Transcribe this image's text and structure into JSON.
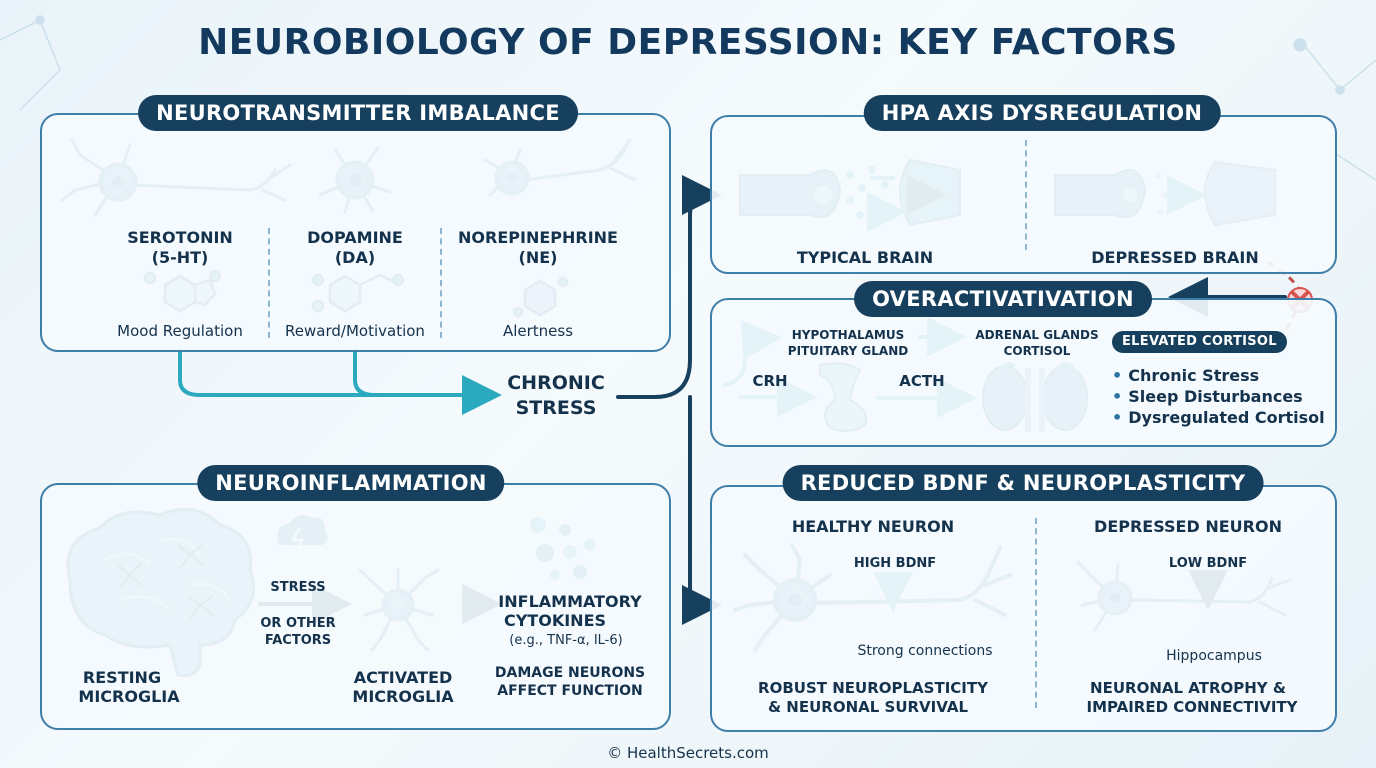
{
  "title": "NEUROBIOLOGY OF DEPRESSION: KEY FACTORS",
  "neurotransmitter": {
    "heading": "NEUROTRANSMITTER IMBALANCE",
    "items": [
      {
        "name": "SEROTONIN",
        "abbr": "(5-HT)",
        "role": "Mood Regulation"
      },
      {
        "name": "DOPAMINE",
        "abbr": "(DA)",
        "role": "Reward/Motivation"
      },
      {
        "name": "NOREPINEPHRINE",
        "abbr": "(NE)",
        "role": "Alertness"
      }
    ]
  },
  "center": {
    "line1": "CHRONIC",
    "line2": "STRESS"
  },
  "hpa": {
    "heading": "HPA AXIS DYSREGULATION",
    "typical": "TYPICAL BRAIN",
    "depressed": "DEPRESSED BRAIN"
  },
  "overactivation": {
    "heading": "OVERACTIVATIVATION",
    "hypothalamus": "HYPOTHALAMUS",
    "pituitary": "PITUITARY GLAND",
    "adrenal": "ADRENAL GLANDS",
    "cortisol": "CORTISOL",
    "crh": "CRH",
    "acth": "ACTH",
    "badge": "ELEVATED CORTISOL",
    "bullets": [
      "Chronic Stress",
      "Sleep Disturbances",
      "Dysregulated Cortisol"
    ]
  },
  "neuroinflammation": {
    "heading": "NEUROINFLAMMATION",
    "resting_1": "RESTING",
    "resting_2": "MICROGLIA",
    "stress": "STRESS",
    "other_1": "OR OTHER",
    "other_2": "FACTORS",
    "activated_1": "ACTIVATED",
    "activated_2": "MICROGLIA",
    "cytokines_1": "INFLAMMATORY",
    "cytokines_2": "CYTOKINES",
    "cytokines_eg": "(e.g., TNF-α, IL-6)",
    "damage_1": "DAMAGE NEURONS",
    "damage_2": "AFFECT FUNCTION"
  },
  "bdnf": {
    "heading": "REDUCED BDNF & NEUROPLASTICITY",
    "healthy": "HEALTHY NEURON",
    "depressed": "DEPRESSED NEURON",
    "high": "HIGH BDNF",
    "low": "LOW BDNF",
    "strong": "Strong connections",
    "hippo": "Hippocampus",
    "robust_1": "ROBUST NEUROPLASTICITY",
    "robust_2": "& NEURONAL SURVIVAL",
    "atrophy_1": "NEURONAL ATROPHY &",
    "atrophy_2": "IMPAIRED CONNECTIVITY"
  },
  "footer": "© HealthSecrets.com",
  "colors": {
    "navy": "#17405f",
    "teal": "#2aa9bf",
    "blue": "#3f7ea8",
    "neuron": "#4a9cc7",
    "red": "#d9534f"
  }
}
